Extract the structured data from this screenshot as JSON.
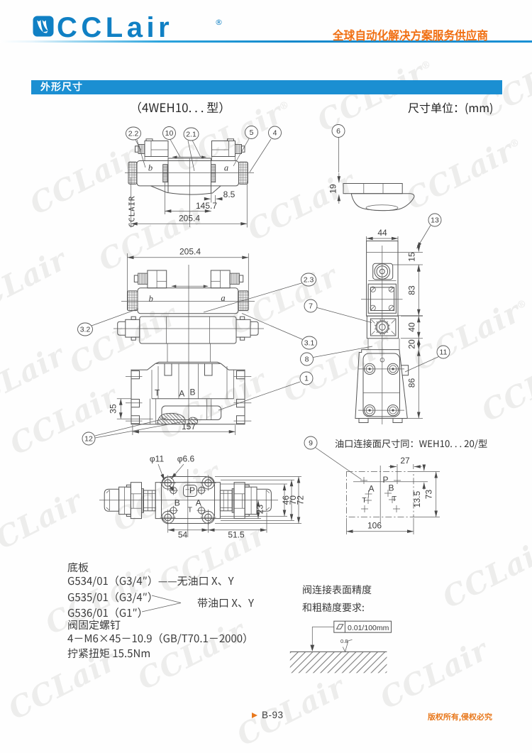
{
  "brand": {
    "name": "CCLair",
    "registered": "®",
    "watermark": "CCLair"
  },
  "header": {
    "slogan": "全球自动化解决方案服务供应商"
  },
  "section": {
    "title": "外形尺寸"
  },
  "subtitle": {
    "model": "（4WEH10. . . 型）",
    "unit": "尺寸单位：(mm)"
  },
  "drawing": {
    "balloons": {
      "b2_2": "2.2",
      "b10": "10",
      "b2_1": "2.1",
      "b5": "5",
      "b4": "4",
      "b6": "6",
      "b2_3": "2.3",
      "b7": "7",
      "b3_1": "3.1",
      "b8": "8",
      "b1": "1",
      "b3_2": "3.2",
      "b12": "12",
      "b13": "13",
      "b11": "11",
      "b9": "9"
    },
    "dims": {
      "len_total_1": "205.4",
      "len_145_7": "145.7",
      "len_8_5": "8.5",
      "h19": "19",
      "len_total_2": "205.4",
      "h35": "35",
      "w157": "157",
      "w44": "44",
      "h15": "15",
      "h83": "83",
      "h40": "40",
      "h20": "20",
      "h86": "86",
      "dia11": "φ11",
      "dia6_6": "φ6.6",
      "w54": "54",
      "w51_5": "51.5",
      "h23": "23",
      "h46": "46",
      "h70": "70",
      "h72": "72",
      "w27": "27",
      "h13_5": "13.5",
      "h73": "73",
      "w106": "106"
    },
    "labels": {
      "a1": "a",
      "b1": "b",
      "a2": "a",
      "b2": "b",
      "t": "T",
      "A": "A",
      "B": "B",
      "P_bot": "P",
      "B_bot": "B",
      "A_bot": "A",
      "T_bot": "T",
      "P_pat": "P",
      "A_pat": "A",
      "B_pat": "B",
      "T_pat_l": "T",
      "T_pat_r": "T",
      "side_brand": "CCLAIR"
    },
    "port_note": "油口连接面尺寸同：WEH10. . . 20/型"
  },
  "notes": {
    "line1": "底板",
    "line2": "G534/01（G3/4″）——无油口 X、Y",
    "line3": "G535/01（G3/4″）",
    "line4": "G536/01（G1″）",
    "line5": "带油口 X、Y",
    "line6": "阀固定螺钉",
    "line7": "4－M6×45－10.9（GB/T70.1－2000）",
    "line8": "拧紧扭矩 15.5Nm"
  },
  "surface_note": {
    "line1": "阀连接表面精度",
    "line2": "和粗糙度要求:",
    "flatness": "0.01/100mm",
    "roughness": "0.8"
  },
  "footer": {
    "page_no": "B-93",
    "copyright": "版权所有,侵权必究"
  }
}
